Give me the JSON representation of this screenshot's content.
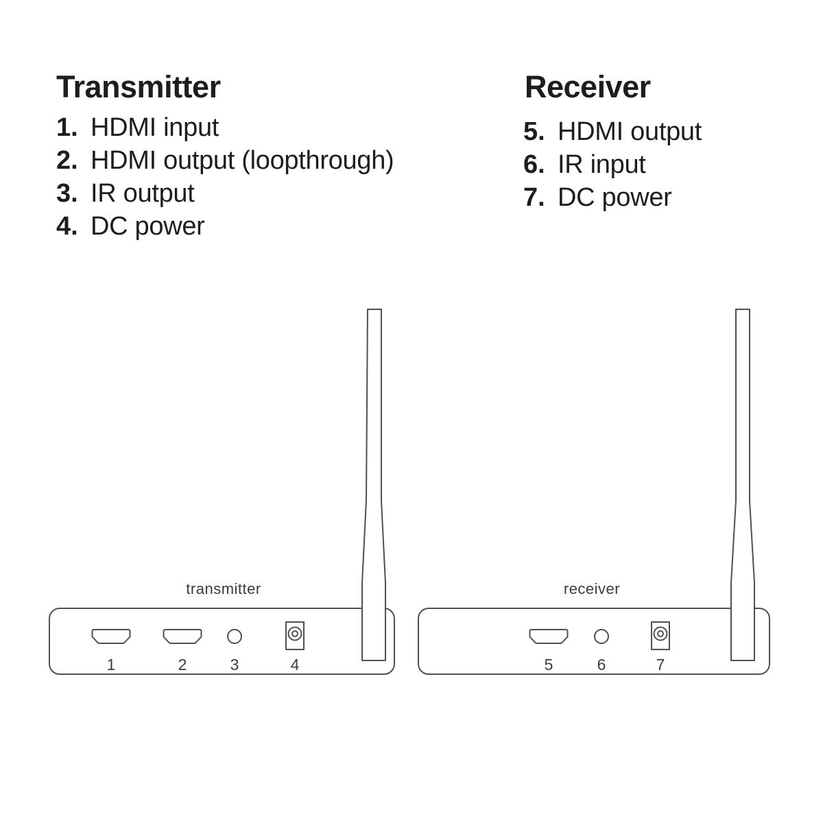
{
  "colors": {
    "background": "#ffffff",
    "text": "#1d1d1b",
    "line": "#4f4f4f",
    "diagram_text": "#3c3c3c"
  },
  "sections": {
    "transmitter": {
      "heading": "Transmitter",
      "items": [
        {
          "num": "1.",
          "label": "HDMI input"
        },
        {
          "num": "2.",
          "label": "HDMI output (loopthrough)"
        },
        {
          "num": "3.",
          "label": "IR output"
        },
        {
          "num": "4.",
          "label": "DC power"
        }
      ]
    },
    "receiver": {
      "heading": "Receiver",
      "items": [
        {
          "num": "5.",
          "label": "HDMI output"
        },
        {
          "num": "6.",
          "label": "IR input"
        },
        {
          "num": "7.",
          "label": "DC power"
        }
      ]
    }
  },
  "diagram": {
    "transmitter": {
      "label": "transmitter",
      "port_numbers": [
        "1",
        "2",
        "3",
        "4"
      ],
      "port_types": [
        "hdmi",
        "hdmi",
        "ir-jack",
        "dc-jack"
      ]
    },
    "receiver": {
      "label": "receiver",
      "port_numbers": [
        "5",
        "6",
        "7"
      ],
      "port_types": [
        "hdmi",
        "ir-jack",
        "dc-jack"
      ]
    }
  }
}
